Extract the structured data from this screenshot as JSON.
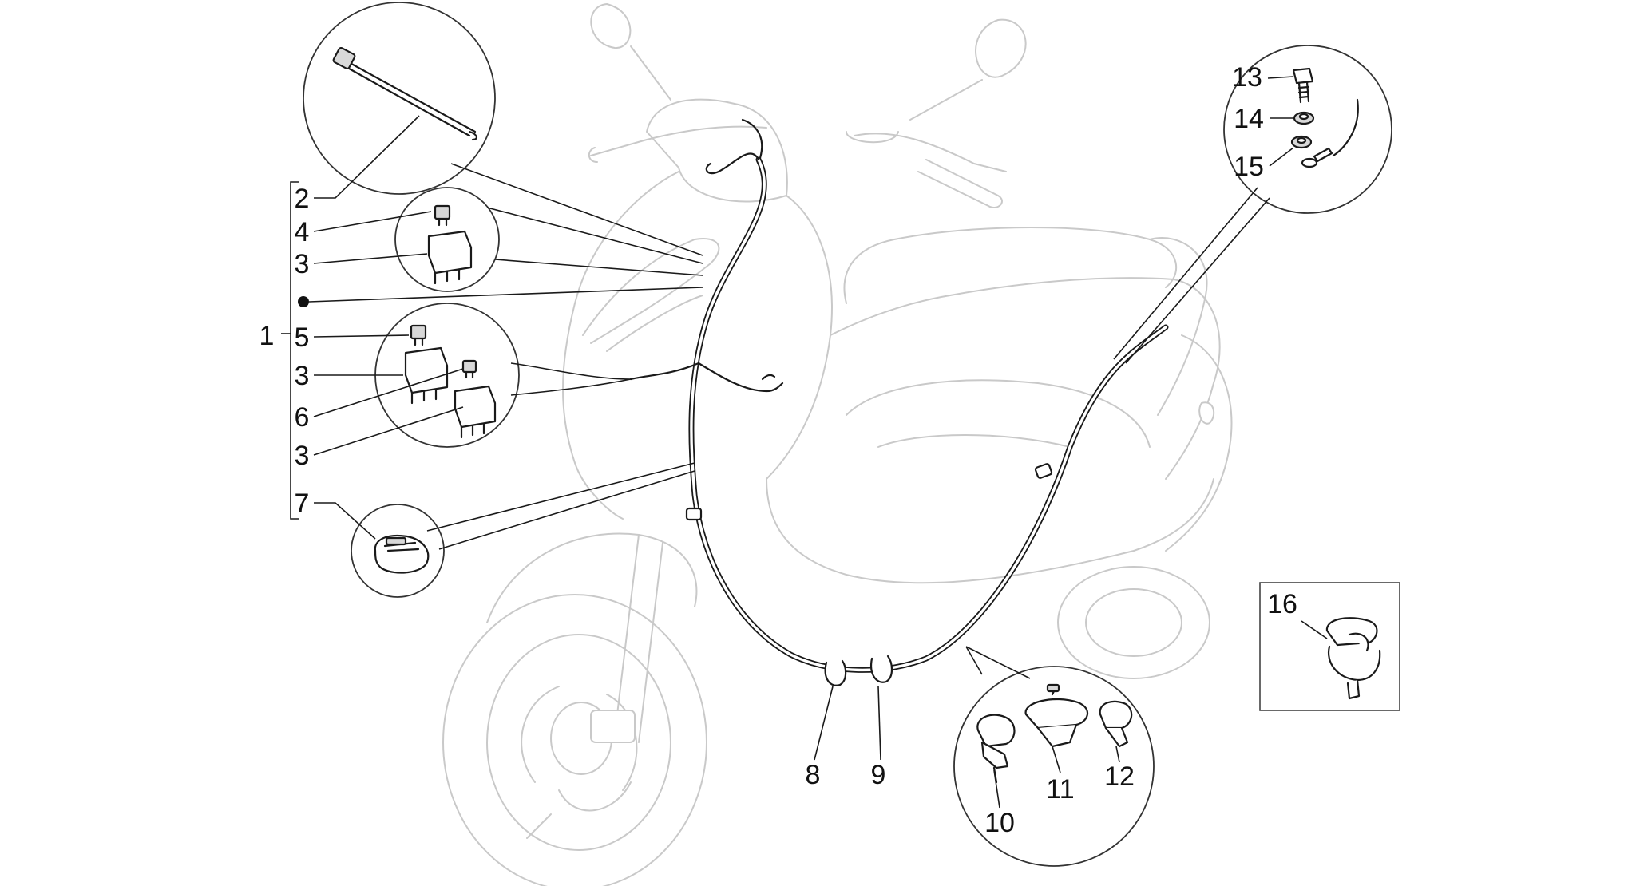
{
  "diagram": {
    "callouts": {
      "c1": "1",
      "c2": "2",
      "c3a": "3",
      "c3b": "3",
      "c3c": "3",
      "c4": "4",
      "c5": "5",
      "c6": "6",
      "c7": "7",
      "c8": "8",
      "c9": "9",
      "c10": "10",
      "c11": "11",
      "c12": "12",
      "c13": "13",
      "c14": "14",
      "c15": "15",
      "c16": "16"
    },
    "colors": {
      "line": "#1a1a1a",
      "ghost_scooter": "#c9c9c9",
      "background": "#ffffff"
    }
  }
}
